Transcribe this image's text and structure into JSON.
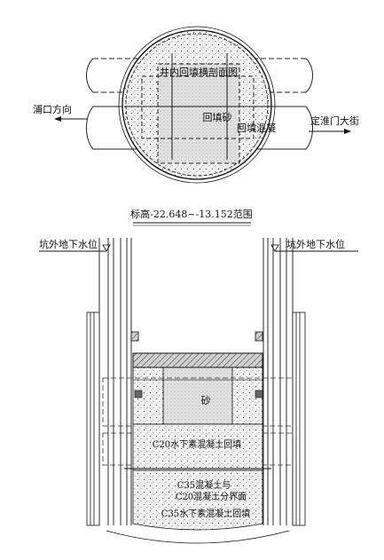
{
  "top_view": {
    "section_title": "井内回填横剖面图",
    "label_sand": "回填砂",
    "label_concrete": "回填混凝",
    "direction_left": "浦口方向",
    "direction_right": "定淮门大街"
  },
  "caption": "标高-22.648~-13.152范围",
  "section": {
    "gw_left": "坑外地下水位",
    "gw_right": "坑外地下水位",
    "sand": "砂",
    "c20_fill": "C20水下素混凝土回填",
    "interface_line1": "C35混凝土与",
    "interface_line2": "C20混凝土分界面",
    "c35_fill": "C35水下素混凝土回填"
  }
}
